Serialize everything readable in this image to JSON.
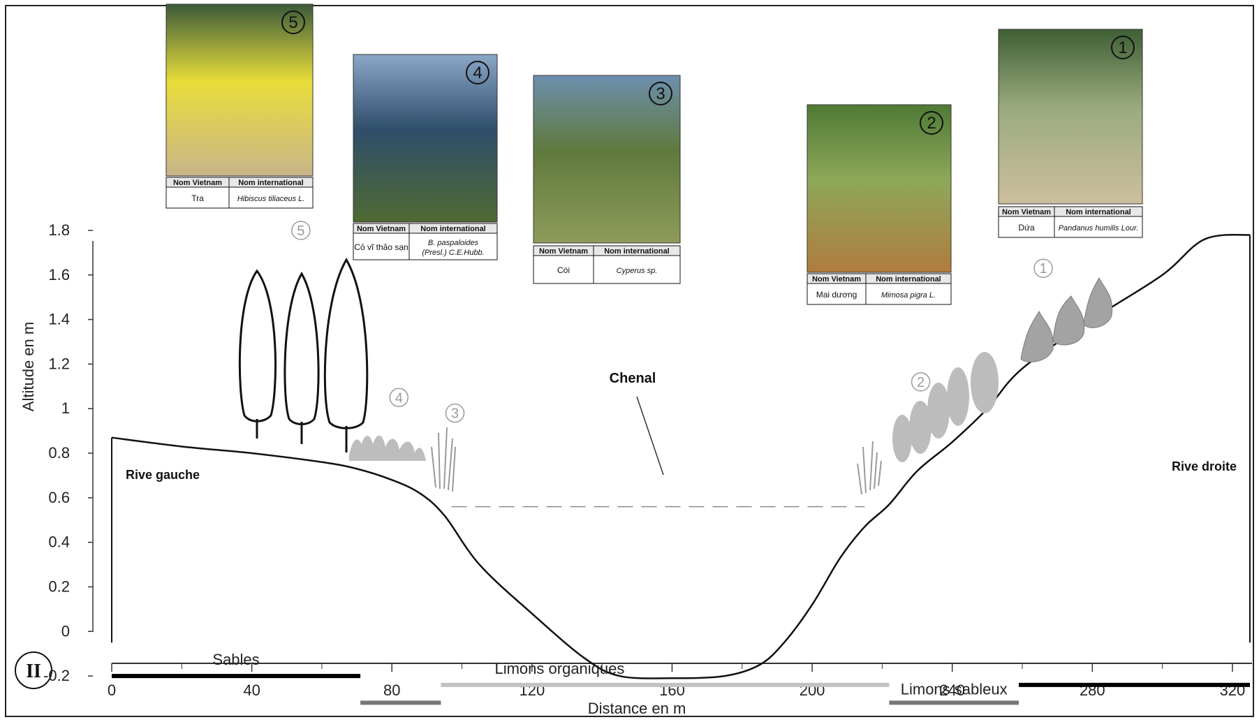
{
  "figure_number": "II",
  "channel_label": "Chenal",
  "left_bank_label": "Rive gauche",
  "right_bank_label": "Rive droite",
  "caption_headers": {
    "vietnam": "Nom Vietnam",
    "international": "Nom international"
  },
  "chart_data": {
    "type": "line",
    "xlabel": "Distance en m",
    "ylabel": "Altitude en m",
    "xlim": [
      0,
      325
    ],
    "ylim": [
      -0.3,
      1.85
    ],
    "x_ticks": [
      0,
      40,
      80,
      120,
      160,
      200,
      240,
      280,
      320
    ],
    "y_ticks": [
      -0.2,
      0,
      0.2,
      0.4,
      0.6,
      0.8,
      1,
      1.2,
      1.4,
      1.6,
      1.8
    ],
    "y_tick_labels": [
      "-0.2",
      "0",
      "0.2",
      "0.4",
      "0.6",
      "0.8",
      "1",
      "1.2",
      "1.4",
      "1.6",
      "1.8"
    ],
    "x_tick_labels": [
      "0",
      "40",
      "80",
      "120",
      "160",
      "200",
      "240",
      "280",
      "320"
    ],
    "series": [
      {
        "x": [
          0,
          20,
          40,
          60,
          70,
          80,
          88,
          95,
          105,
          120,
          135,
          145,
          160,
          175,
          185,
          192,
          200,
          208,
          215,
          222,
          230,
          240,
          250,
          260,
          280,
          300,
          312,
          325
        ],
        "y": [
          0.87,
          0.83,
          0.8,
          0.76,
          0.73,
          0.68,
          0.62,
          0.52,
          0.3,
          0.08,
          -0.12,
          -0.2,
          -0.21,
          -0.2,
          -0.15,
          -0.05,
          0.12,
          0.33,
          0.47,
          0.57,
          0.72,
          0.85,
          1.0,
          1.18,
          1.4,
          1.6,
          1.76,
          1.78
        ]
      }
    ],
    "water_level": {
      "y": 0.56,
      "x_range": [
        97,
        215
      ]
    },
    "sediment_bands": [
      {
        "label": "Sables",
        "x_range": [
          0,
          71
        ],
        "y": -0.2,
        "color": "#000000"
      },
      {
        "label": "",
        "x_range": [
          71,
          94
        ],
        "y": -0.32,
        "color": "#777777"
      },
      {
        "label": "Limons organiques",
        "x_range": [
          94,
          222
        ],
        "y": -0.24,
        "color": "#c2c2c2"
      },
      {
        "label": "Limons sableux",
        "x_range": [
          222,
          259
        ],
        "y": -0.32,
        "color": "#777777"
      },
      {
        "label": "",
        "x_range": [
          259,
          325
        ],
        "y": -0.24,
        "color": "#000000"
      }
    ],
    "vegetation_markers": [
      {
        "id": "5",
        "x": 54,
        "y": 1.8,
        "color": "#ffffff"
      },
      {
        "id": "4",
        "x": 82,
        "y": 1.05,
        "color": "#b8b8b8"
      },
      {
        "id": "3",
        "x": 98,
        "y": 0.98,
        "color": "#b8b8b8"
      },
      {
        "id": "2",
        "x": 231,
        "y": 1.12,
        "color": "#9a9a9a"
      },
      {
        "id": "1",
        "x": 266,
        "y": 1.63,
        "color": "#9a9a9a"
      }
    ]
  },
  "photos": [
    {
      "id": "5",
      "vietnam": "Tra",
      "international": "Hibiscus tiliaceus L.",
      "palette": [
        "#3b5a3a",
        "#e8dd3a",
        "#c9b58a"
      ]
    },
    {
      "id": "4",
      "vietnam": "Cỏ vĩ thảo sạn",
      "international": "B. paspaloides (Presl.) C.E.Hubb.",
      "palette": [
        "#8aa7c7",
        "#2f4e6a",
        "#4f6a32"
      ]
    },
    {
      "id": "3",
      "vietnam": "Cói",
      "international": "Cyperus sp.",
      "palette": [
        "#6d8fae",
        "#5f7a3c",
        "#8e9b5a"
      ]
    },
    {
      "id": "2",
      "vietnam": "Mai dương",
      "international": "Mimosa pigra L.",
      "palette": [
        "#4f7a35",
        "#8ea85a",
        "#b07b3e"
      ]
    },
    {
      "id": "1",
      "vietnam": "Dứa",
      "international": "Pandanus humilis Lour.",
      "palette": [
        "#3f5f35",
        "#9aaa7e",
        "#cdbf9e"
      ]
    }
  ]
}
